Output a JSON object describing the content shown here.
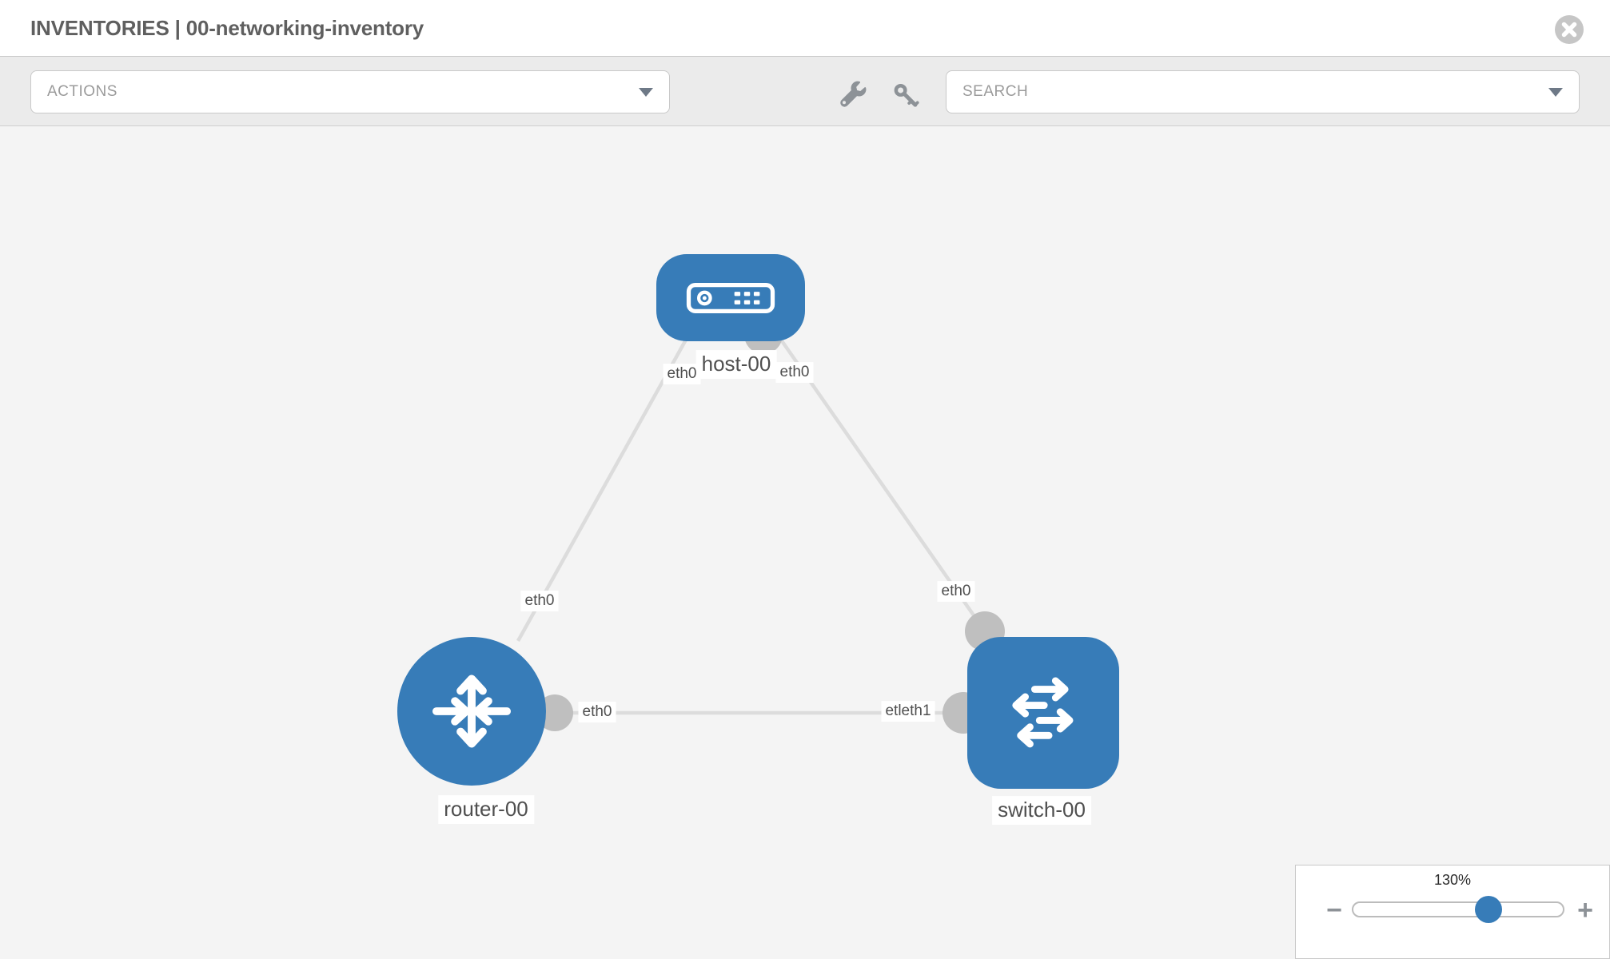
{
  "header": {
    "title": "INVENTORIES | 00-networking-inventory"
  },
  "toolbar": {
    "actions_label": "ACTIONS",
    "search_placeholder": "SEARCH"
  },
  "icons": {
    "close": "x-circle",
    "actions_caret": "chevron-down",
    "search_caret": "chevron-down",
    "tools": "wrench",
    "credentials": "key",
    "host": "server",
    "router": "router-arrows",
    "switch": "switch-arrows"
  },
  "diagram": {
    "nodes": {
      "host": {
        "label": "host-00",
        "type": "host"
      },
      "router": {
        "label": "router-00",
        "type": "router"
      },
      "switch": {
        "label": "switch-00",
        "type": "switch"
      }
    },
    "edges": [
      {
        "from": "host-00",
        "to": "router-00"
      },
      {
        "from": "host-00",
        "to": "switch-00"
      },
      {
        "from": "router-00",
        "to": "switch-00"
      }
    ],
    "edge_labels": {
      "host_router_host_end": "eth0",
      "host_router_router_end": "eth0",
      "host_switch_host_end": "eth0",
      "host_switch_switch_end": "eth0",
      "router_switch_router_end": "eth0",
      "router_switch_switch_end": "etleth1"
    }
  },
  "zoom": {
    "value": "130%",
    "minus_label": "−",
    "plus_label": "+"
  },
  "colors": {
    "node_blue": "#377cb8",
    "edge_gray": "#dcdcdc",
    "connector_gray": "#bfbfbf",
    "toolbar_bg": "#ebebeb",
    "canvas_bg": "#f4f4f4",
    "title_text": "#5f5f5f",
    "placeholder_text": "#9b9b9b",
    "icon_gray": "#8d9297"
  }
}
